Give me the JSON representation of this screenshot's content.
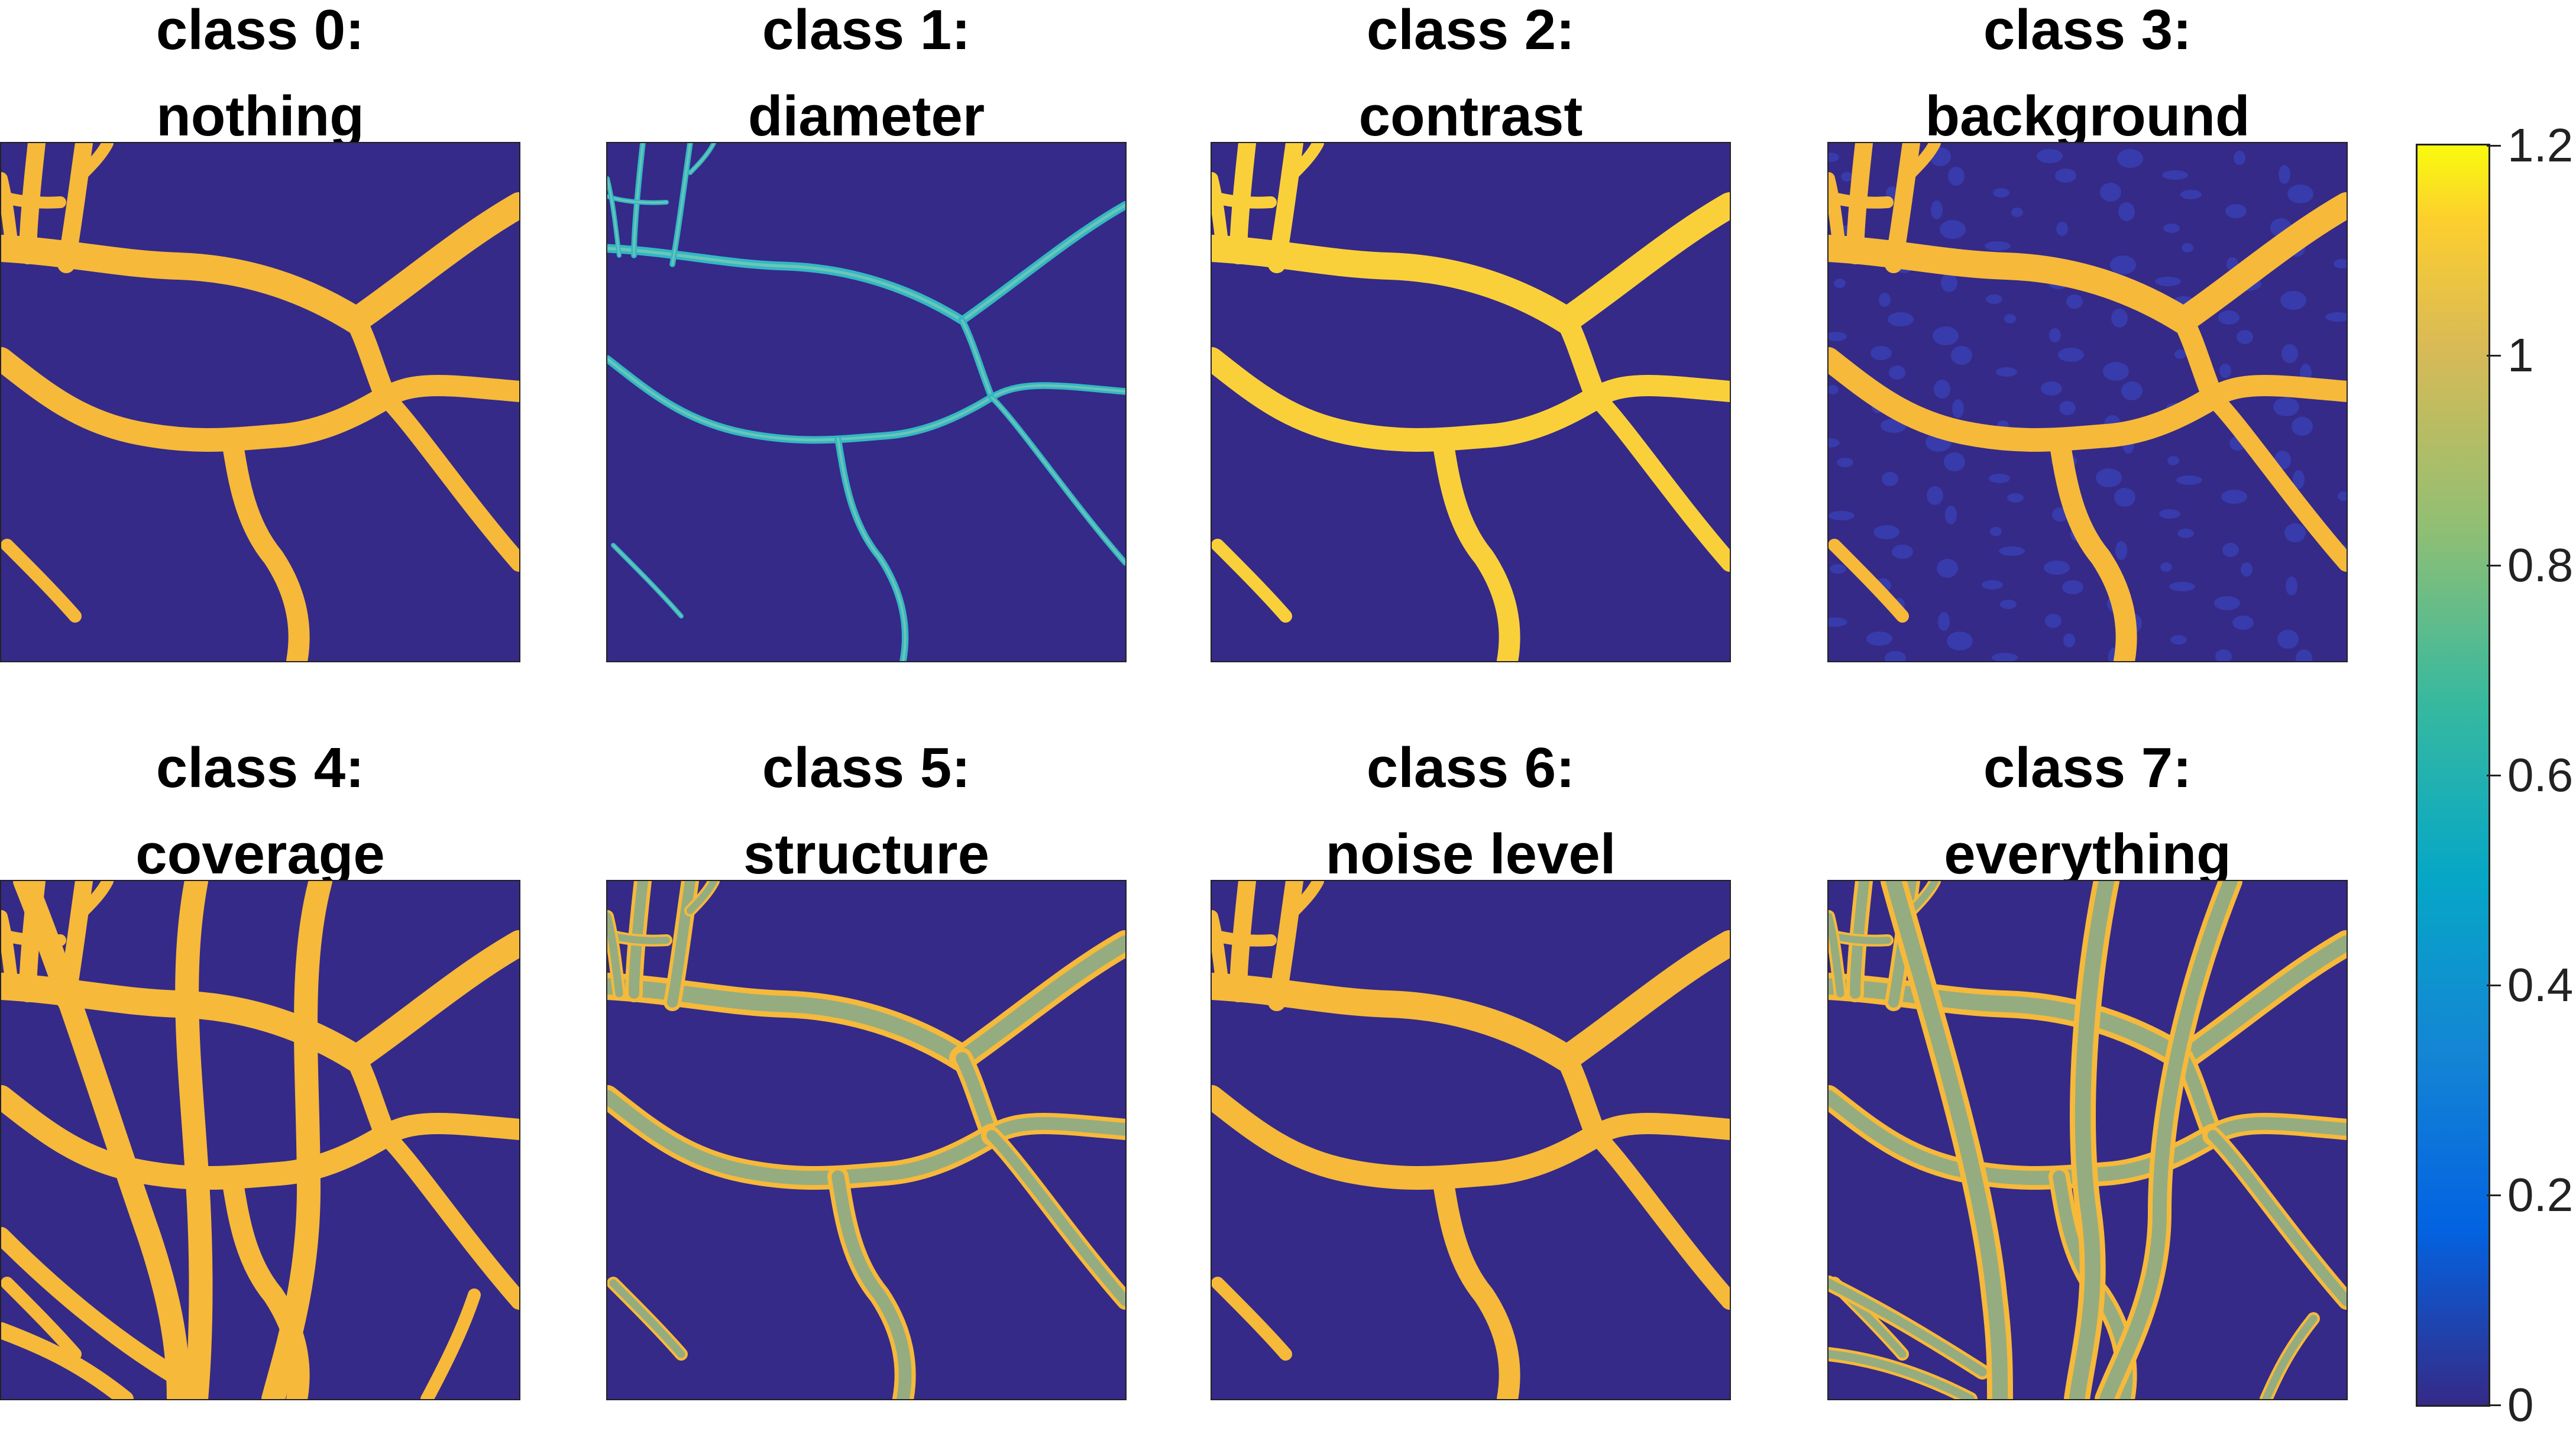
{
  "panels": [
    {
      "title_line1": "class 0:",
      "title_line2": "nothing",
      "variant": "nothing"
    },
    {
      "title_line1": "class 1:",
      "title_line2": "diameter",
      "variant": "diameter"
    },
    {
      "title_line1": "class 2:",
      "title_line2": "contrast",
      "variant": "contrast"
    },
    {
      "title_line1": "class 3:",
      "title_line2": "background",
      "variant": "background"
    },
    {
      "title_line1": "class 4:",
      "title_line2": "coverage",
      "variant": "coverage"
    },
    {
      "title_line1": "class 5:",
      "title_line2": "structure",
      "variant": "structure"
    },
    {
      "title_line1": "class 6:",
      "title_line2": "noise level",
      "variant": "noise"
    },
    {
      "title_line1": "class 7:",
      "title_line2": "everything",
      "variant": "everything"
    }
  ],
  "colorbar": {
    "min": 0,
    "max": 1.2,
    "colormap": "parula",
    "ticks": [
      {
        "value": 0,
        "label": "0"
      },
      {
        "value": 0.2,
        "label": "0.2"
      },
      {
        "value": 0.4,
        "label": "0.4"
      },
      {
        "value": 0.6,
        "label": "0.6"
      },
      {
        "value": 0.8,
        "label": "0.8"
      },
      {
        "value": 1.0,
        "label": "1"
      },
      {
        "value": 1.2,
        "label": "1.2"
      }
    ]
  },
  "colors": {
    "background_field": "#352a87",
    "vessel": "#f6b93a",
    "vessel_bright": "#fad03a",
    "vessel_thin": "#33b7c6",
    "vessel_mid": "#1e9ed8"
  }
}
